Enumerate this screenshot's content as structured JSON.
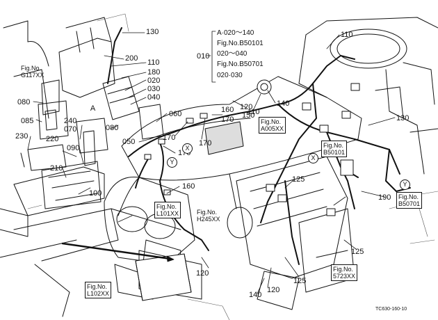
{
  "parts": {
    "p130_top": "130",
    "p200": "200",
    "p110_left": "110",
    "p180": "180",
    "p020": "020",
    "p030": "030",
    "p040": "040",
    "p060": "060",
    "p080_left": "080",
    "p080_mid": "080",
    "p085": "085",
    "p240": "240",
    "p070": "070",
    "p230": "230",
    "p220": "220",
    "p090": "090",
    "p210": "210",
    "p100": "100",
    "p050": "050",
    "p170_a": "170",
    "p170_b": "170",
    "p170_c": "170",
    "p160_a": "160",
    "p160_b": "160",
    "p150": "150",
    "p120_top": "120",
    "p110_mid": "110",
    "p140_top": "140",
    "p110_right": "110",
    "p130_right": "130",
    "p125_a": "125",
    "p125_b": "125",
    "p125_c": "125",
    "p190": "190",
    "p120_bot": "120",
    "p120_bot2": "120",
    "p140_bot": "140",
    "p010": "010"
  },
  "legend": {
    "line1": "A·020～140",
    "line2": "Fig.No.B50101",
    "line3": "020～040",
    "line4": "Fig.No.B50701",
    "line5": "020·030"
  },
  "figrefs": {
    "g117": "Fig.No.\nG117XX",
    "a005": "Fig.No.\nA005XX",
    "b50101": "Fig.No.\nB50101",
    "b50701": "Fig.No.\nB50701",
    "l101": "Fig.No.\nL101XX",
    "h245": "Fig.No.\nH245XX",
    "s723": "Fig.No.\n5723XX",
    "l102": "Fig.No.\nL102XX"
  },
  "markers": {
    "a": "A",
    "x1": "X",
    "x2": "X",
    "y1": "Y",
    "y2": "Y"
  },
  "drawing_code": "TC630-160-10"
}
